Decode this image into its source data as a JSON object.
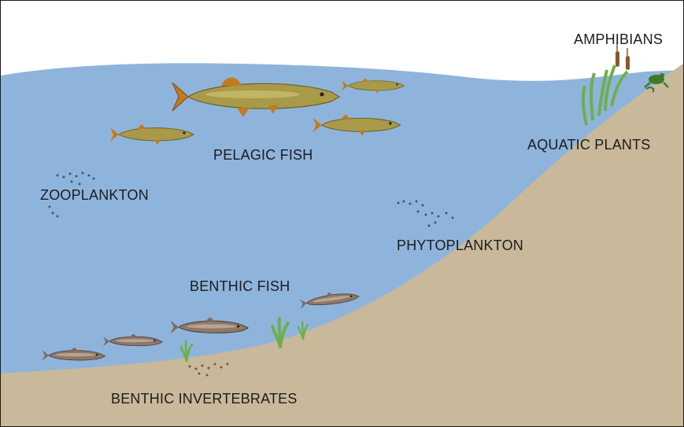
{
  "labels": {
    "amphibians": "AMPHIBIANS",
    "aquatic_plants": "AQUATIC PLANTS",
    "pelagic_fish": "PELAGIC FISH",
    "zooplankton": "ZOOPLANKTON",
    "phytoplankton": "PHYTOPLANKTON",
    "benthic_fish": "BENTHIC FISH",
    "benthic_invertebrates": "BENTHIC INVERTEBRATES"
  },
  "colors": {
    "water": "#8fb4dc",
    "sediment": "#c9b99a",
    "sky": "#ffffff",
    "pike_body": "#a89a48",
    "fin": "#c47a1e",
    "benthic_fish_body": "#8e7868",
    "plant_green": "#6db04a",
    "plankton": "#2f5b86",
    "frog": "#3e7a2a"
  }
}
